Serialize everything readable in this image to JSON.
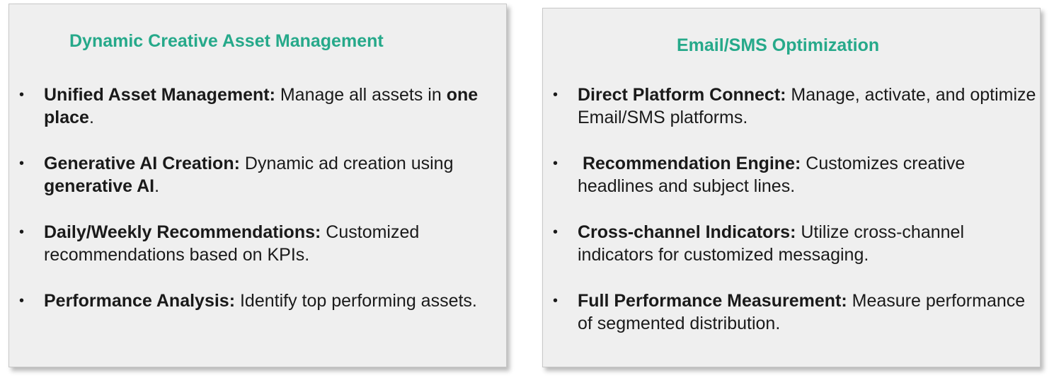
{
  "left_card": {
    "title": "Dynamic Creative Asset Management",
    "items": [
      {
        "lead": "Unified Asset Management:",
        "text": " Manage all assets in ",
        "emph": "one place",
        "tail": "."
      },
      {
        "lead": "Generative AI Creation:",
        "text": " Dynamic ad creation using ",
        "emph": "generative AI",
        "tail": "."
      },
      {
        "lead": "Daily/Weekly Recommendations:",
        "text": " Customized recommendations based on KPIs.",
        "emph": "",
        "tail": ""
      },
      {
        "lead": "Performance Analysis:",
        "text": " Identify top performing assets.",
        "emph": "",
        "tail": ""
      }
    ]
  },
  "right_card": {
    "title": "Email/SMS Optimization",
    "items": [
      {
        "lead": "Direct Platform Connect:",
        "text": " Manage, activate, and optimize Email/SMS platforms."
      },
      {
        "lead": " Recommendation Engine:",
        "text": " Customizes creative headlines and subject lines."
      },
      {
        "lead": "Cross-channel Indicators:",
        "text": " Utilize cross-channel indicators for customized messaging."
      },
      {
        "lead": "Full Performance Measurement:",
        "text": " Measure performance of segmented distribution."
      }
    ]
  },
  "bullet_glyph": "•",
  "colors": {
    "title": "#26a98a",
    "card_background": "#efefef",
    "text": "#1a1a1a"
  }
}
